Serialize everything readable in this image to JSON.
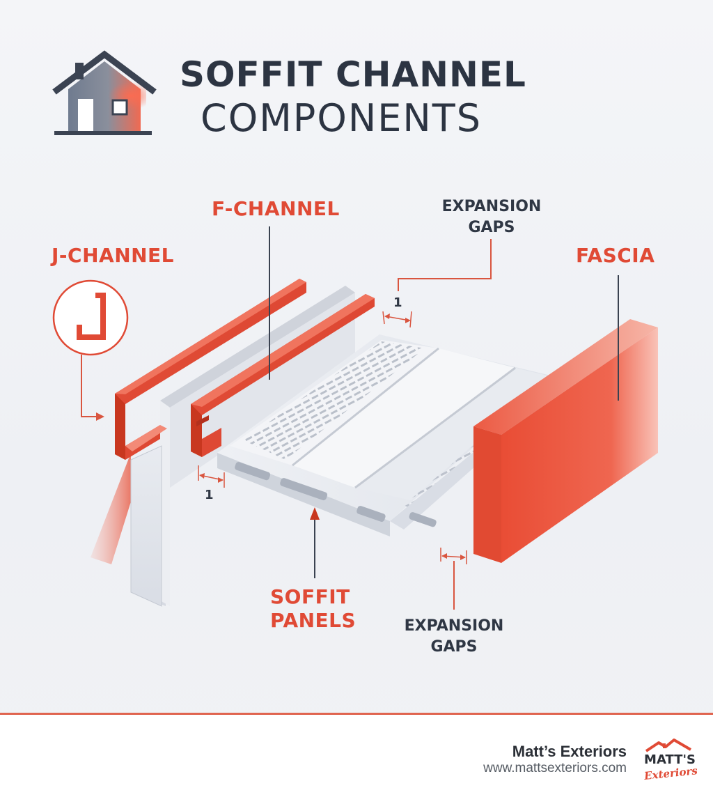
{
  "title": {
    "line1": "SOFFIT CHANNEL",
    "line2": "COMPONENTS"
  },
  "labels": {
    "j_channel": "J-CHANNEL",
    "f_channel": "F-CHANNEL",
    "expansion_gaps_top_line1": "EXPANSION",
    "expansion_gaps_top_line2": "GAPS",
    "fascia": "FASCIA",
    "soffit_panels_line1": "SOFFIT",
    "soffit_panels_line2": "PANELS",
    "expansion_gaps_bottom_line1": "EXPANSION",
    "expansion_gaps_bottom_line2": "GAPS"
  },
  "dimensions": {
    "gap_top": "1",
    "gap_left": "1"
  },
  "footer": {
    "company": "Matt’s Exteriors",
    "url": "www.mattsexteriors.com",
    "logo_line1": "MATT'S",
    "logo_line2": "Exteriors"
  },
  "colors": {
    "accent": "#e04a35",
    "dark_text": "#2c3442",
    "panel": "#e6e9ef",
    "background": "#f2f3f6"
  },
  "icons": [
    "house-icon",
    "j-channel-profile-icon",
    "logo-roof-icon"
  ]
}
